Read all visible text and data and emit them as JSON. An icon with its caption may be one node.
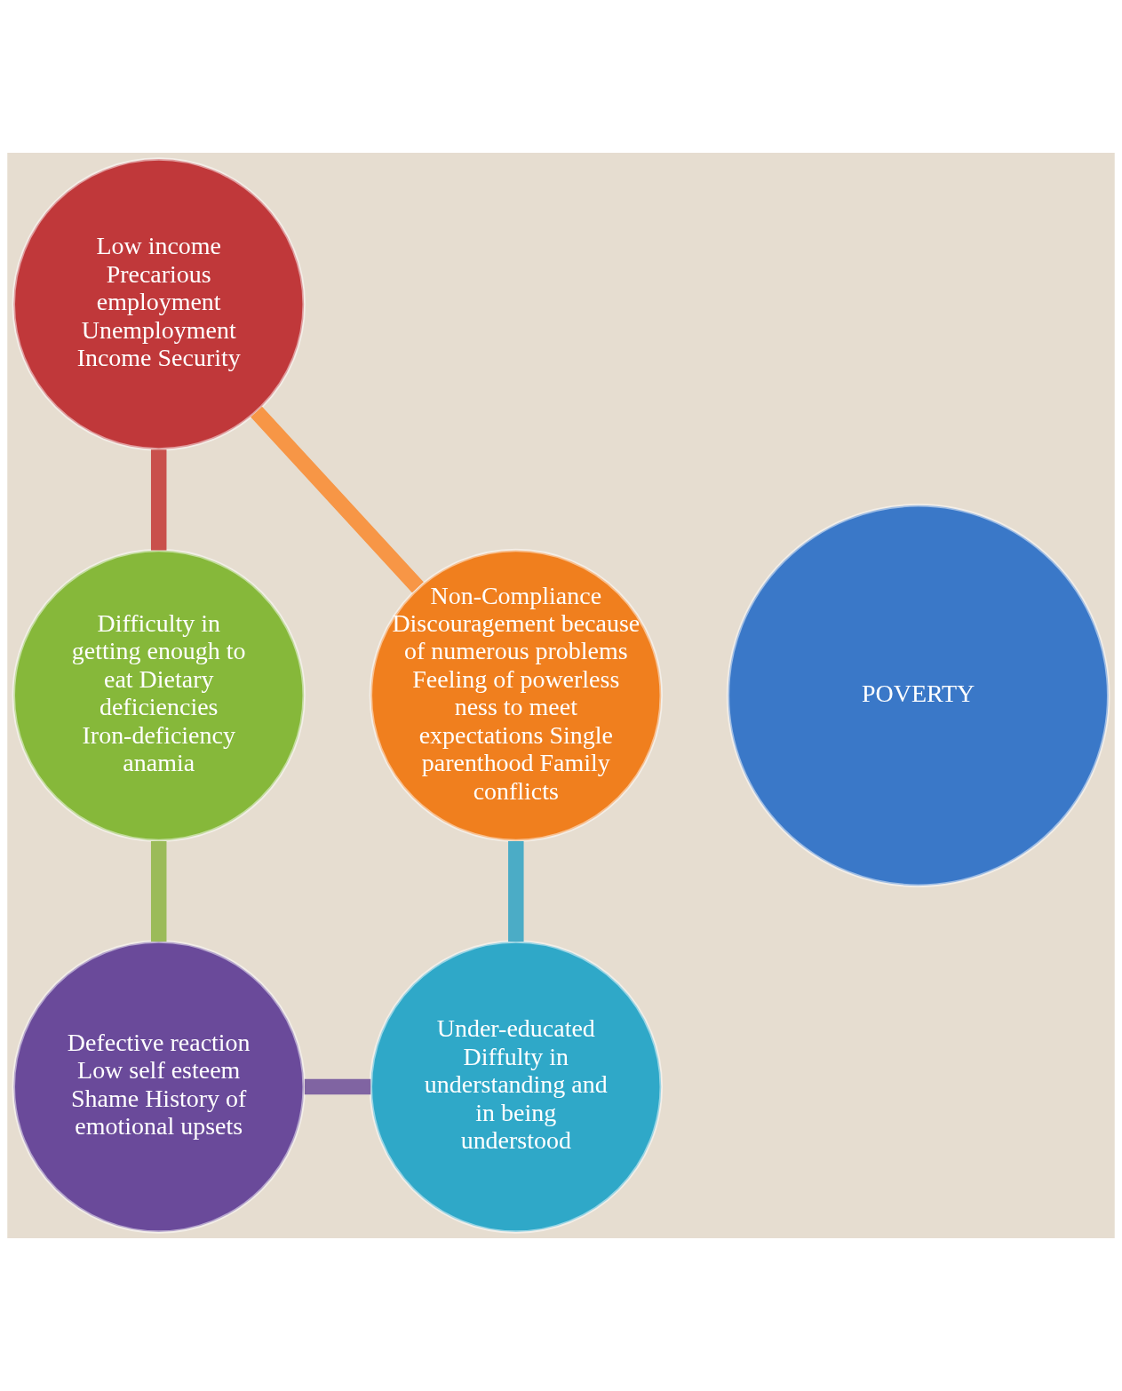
{
  "diagram": {
    "nodes": [
      {
        "text": [
          "POVERTY"
        ]
      },
      {
        "text": [
          "Low income Precarious employment Unemployment Income Security"
        ]
      },
      {
        "text": [
          "Difficulty in getting enough to eat Dietary deficiencies Iron-deficiency anamia"
        ]
      },
      {
        "text": [
          "Defective reaction Low self esteem Shame History of emotional upsets"
        ]
      },
      {
        "text": [
          "Under-educated Diffulty in understanding and in being understood"
        ]
      },
      {
        "text": [
          "Non-Compliance Discouragement because of numerous problems Feeling of powerless ness to meet expectations Single parenthood Family conflicts"
        ]
      }
    ],
    "edges": [
      {
        "from": 1,
        "to": 2,
        "arrow": "none",
        "color": "#c9504c"
      },
      {
        "from": 2,
        "to": 3,
        "arrow": "none",
        "color": "#9bbb59"
      },
      {
        "from": 3,
        "to": 4,
        "arrow": "none",
        "color": "#8064a2"
      },
      {
        "from": 4,
        "to": 5,
        "arrow": "none",
        "color": "#4bacc6"
      },
      {
        "from": 5,
        "to": 1,
        "arrow": "none",
        "color": "#f79646"
      }
    ]
  }
}
